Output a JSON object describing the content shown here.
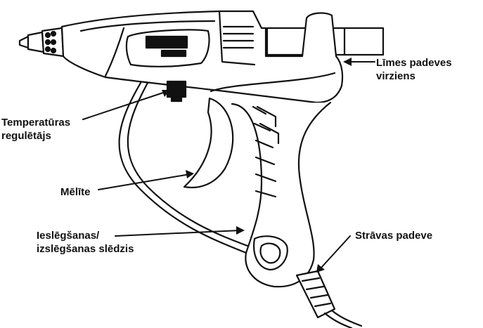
{
  "labels": {
    "glue_feed": {
      "line1": "Līmes padeves",
      "line2": "virziens"
    },
    "temperature": {
      "line1": "Temperatūras",
      "line2": "regulētājs"
    },
    "trigger": "Mēlīte",
    "switch": {
      "line1": "Ieslēgšanas/",
      "line2": "izslēgšanas slēdzis"
    },
    "power": "Strāvas padeve"
  },
  "colors": {
    "line": "#111111",
    "background": "#ffffff"
  }
}
